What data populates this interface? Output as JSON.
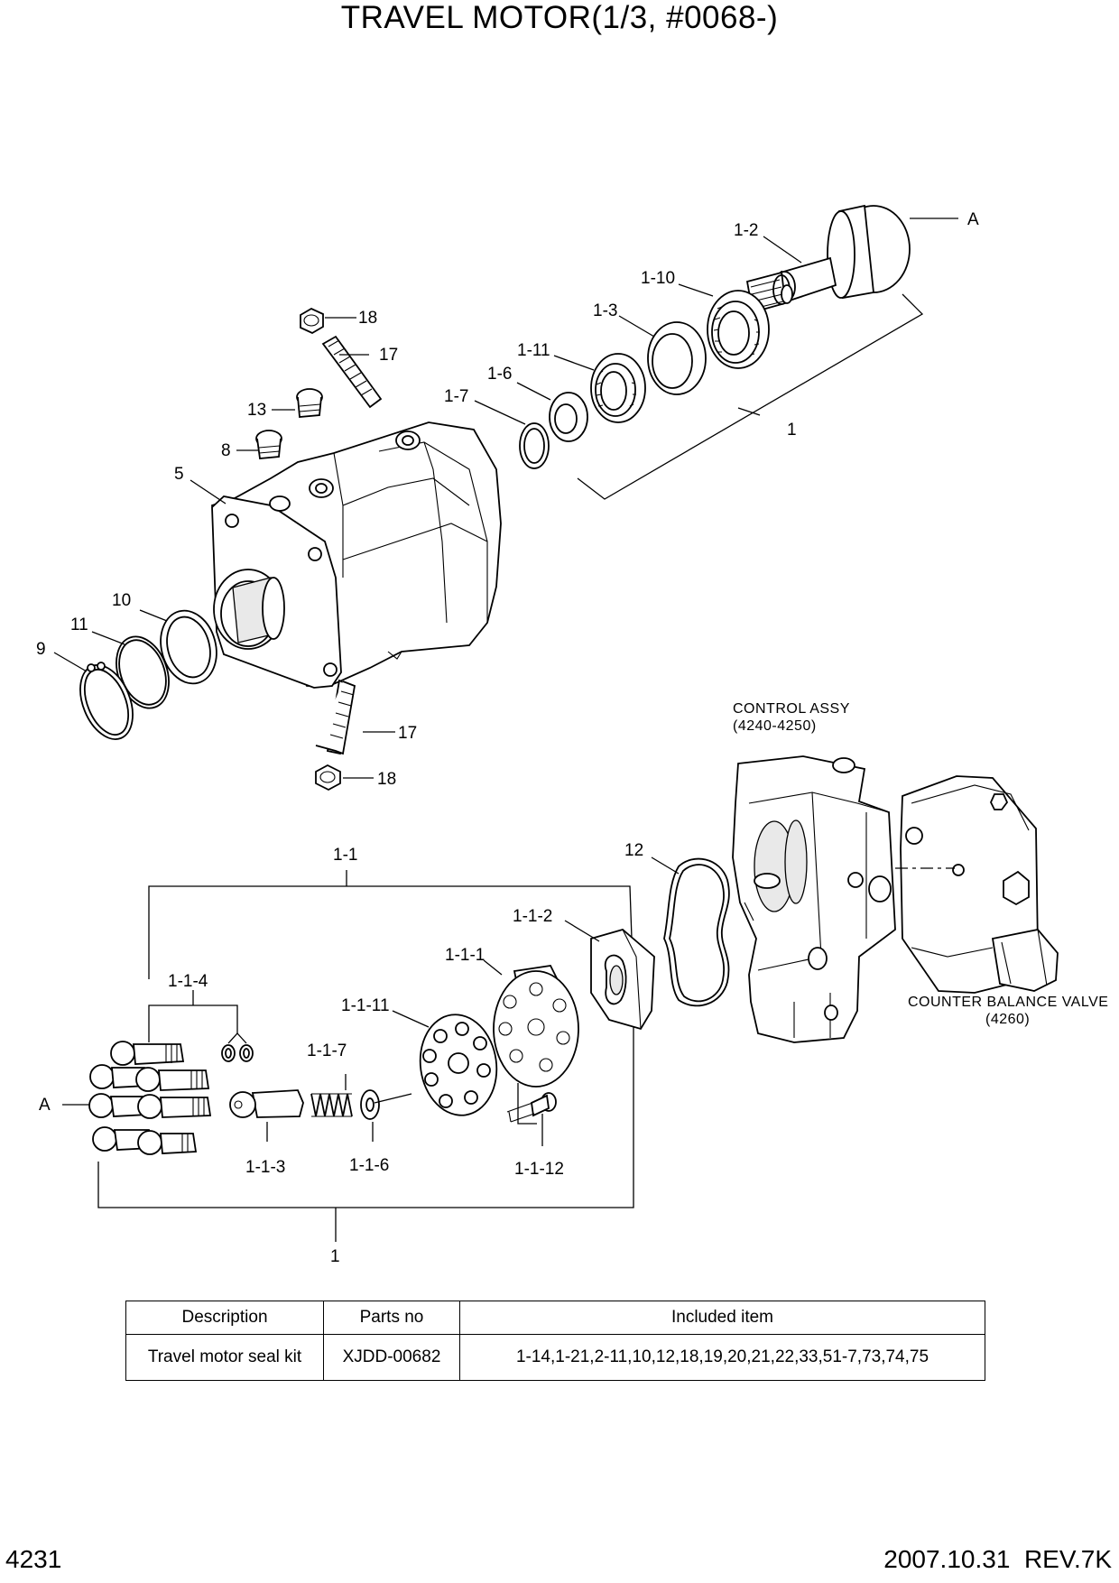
{
  "title": "TRAVEL MOTOR(1/3, #0068-)",
  "callouts": {
    "A_top": "A",
    "A_left": "A",
    "p1_2": "1-2",
    "p1_10": "1-10",
    "p1_3": "1-3",
    "p1_11": "1-11",
    "p1_6": "1-6",
    "p1_7": "1-7",
    "p1_top": "1",
    "p18_top": "18",
    "p17_top": "17",
    "p13": "13",
    "p8": "8",
    "p5": "5",
    "p10": "10",
    "p11": "11",
    "p9": "9",
    "p17_bottom": "17",
    "p18_bottom": "18",
    "p1_1": "1-1",
    "p12": "12",
    "p1_1_2": "1-1-2",
    "p1_1_1": "1-1-1",
    "p1_1_4": "1-1-4",
    "p1_1_11": "1-1-11",
    "p1_1_7": "1-1-7",
    "p1_1_3": "1-1-3",
    "p1_1_6": "1-1-6",
    "p1_1_12": "1-1-12",
    "p1_bottom": "1"
  },
  "notes": {
    "control_assy": "CONTROL ASSY",
    "control_assy_ref": "(4240-4250)",
    "counter_balance": "COUNTER BALANCE VALVE",
    "counter_balance_ref": "(4260)"
  },
  "table": {
    "headers": [
      "Description",
      "Parts no",
      "Included item"
    ],
    "rows": [
      [
        "Travel motor seal kit",
        "XJDD-00682",
        "1-14,1-21,2-11,10,12,18,19,20,21,22,33,51-7,73,74,75"
      ]
    ]
  },
  "footer": {
    "page_number": "4231",
    "revision": "2007.10.31  REV.7K"
  }
}
